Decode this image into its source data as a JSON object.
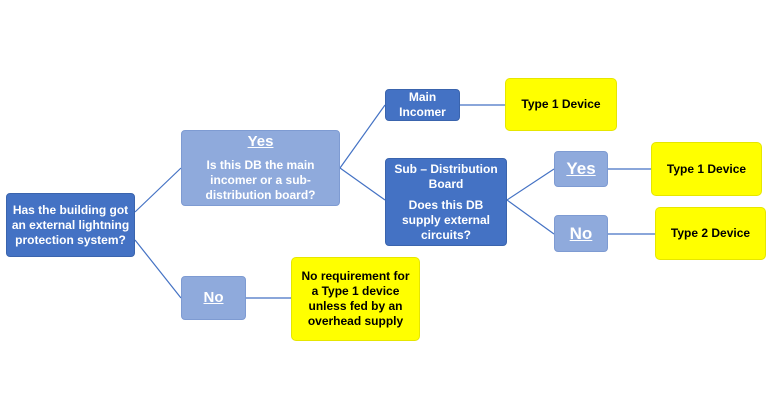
{
  "nodes": {
    "root": {
      "text": "Has the building got an external lightning protection system?"
    },
    "yes1": {
      "label": "Yes",
      "question": "Is this DB the main incomer or a sub-distribution board?"
    },
    "no1": {
      "label": "No"
    },
    "no_requirement": {
      "text": "No requirement for a Type 1 device unless fed by an overhead supply"
    },
    "main_incomer": {
      "text": "Main Incomer"
    },
    "sub_db": {
      "title": "Sub – Distribution Board",
      "question": "Does this DB supply external circuits?"
    },
    "type1_a": {
      "text": "Type 1 Device"
    },
    "yes2": {
      "label": "Yes"
    },
    "no2": {
      "label": "No"
    },
    "type1_b": {
      "text": "Type 1 Device"
    },
    "type2": {
      "text": "Type 2 Device"
    }
  },
  "colors": {
    "dark_blue": "#4472c4",
    "light_blue": "#8faadc",
    "yellow": "#ffff00",
    "connector": "#4472c4"
  }
}
